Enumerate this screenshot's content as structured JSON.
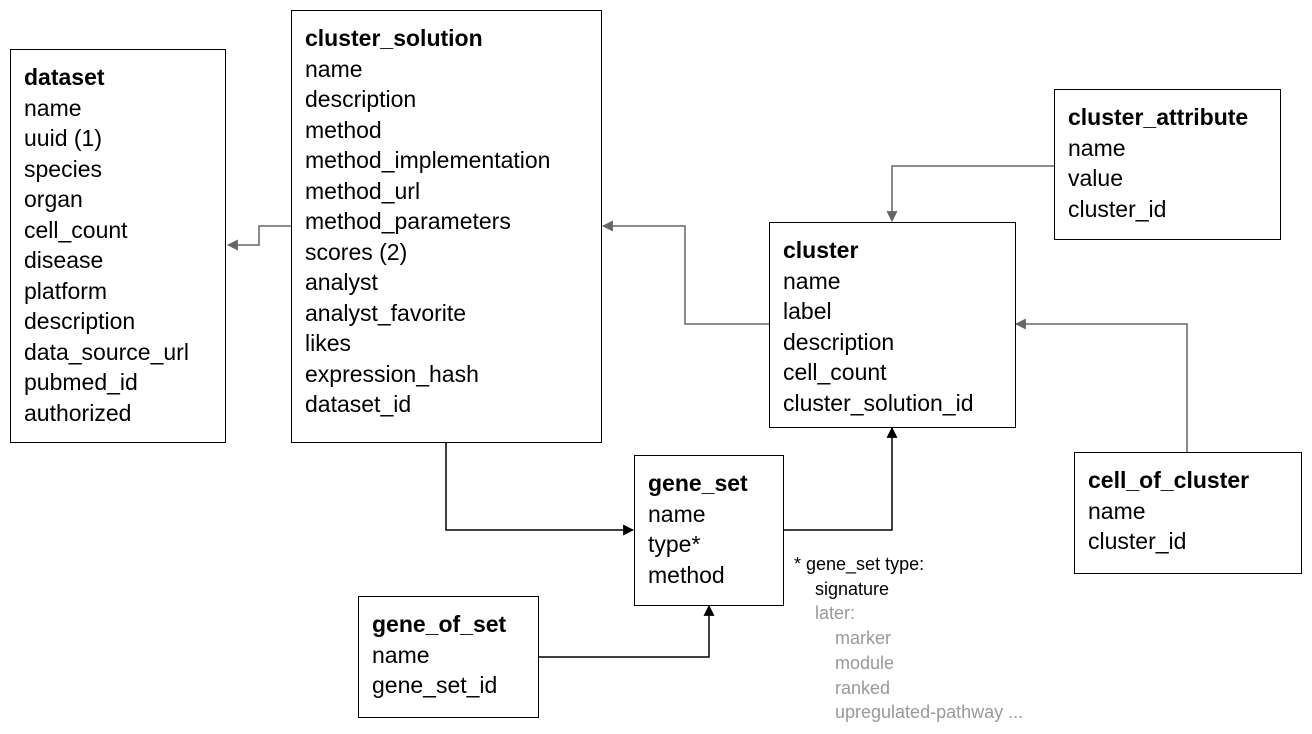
{
  "tables": {
    "dataset": {
      "title": "dataset",
      "fields": [
        "name",
        "uuid (1)",
        "species",
        "organ",
        "cell_count",
        "disease",
        "platform",
        "description",
        "data_source_url",
        "pubmed_id",
        "authorized"
      ]
    },
    "cluster_solution": {
      "title": "cluster_solution",
      "fields": [
        "name",
        "description",
        "method",
        "method_implementation",
        "method_url",
        "method_parameters",
        "scores (2)",
        "analyst",
        "analyst_favorite",
        "likes",
        "expression_hash",
        "dataset_id"
      ]
    },
    "cluster_attribute": {
      "title": "cluster_attribute",
      "fields": [
        "name",
        "value",
        "cluster_id"
      ]
    },
    "cluster": {
      "title": "cluster",
      "fields": [
        "name",
        "label",
        "description",
        "cell_count",
        "cluster_solution_id"
      ]
    },
    "gene_set": {
      "title": "gene_set",
      "fields": [
        "name",
        "type*",
        "method"
      ]
    },
    "cell_of_cluster": {
      "title": "cell_of_cluster",
      "fields": [
        "name",
        "cluster_id"
      ]
    },
    "gene_of_set": {
      "title": "gene_of_set",
      "fields": [
        "name",
        "gene_set_id"
      ]
    }
  },
  "note": {
    "heading": "* gene_set type:",
    "current": "signature",
    "later_label": "later:",
    "later_items": [
      "marker",
      "module",
      "ranked",
      "upregulated-pathway ..."
    ]
  },
  "colors": {
    "box_border": "#000000",
    "connector_gray": "#666666",
    "connector_black": "#000000",
    "note_dim": "#999999"
  }
}
